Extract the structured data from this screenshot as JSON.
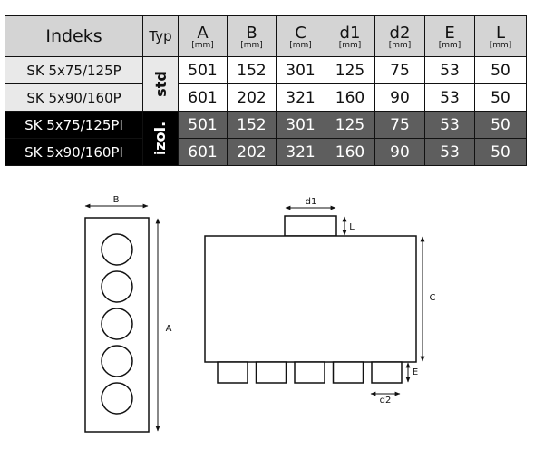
{
  "table": {
    "headers": [
      {
        "label": "Indeks",
        "unit": ""
      },
      {
        "label": "Typ",
        "unit": ""
      },
      {
        "label": "A",
        "unit": "[mm]"
      },
      {
        "label": "B",
        "unit": "[mm]"
      },
      {
        "label": "C",
        "unit": "[mm]"
      },
      {
        "label": "d1",
        "unit": "[mm]"
      },
      {
        "label": "d2",
        "unit": "[mm]"
      },
      {
        "label": "E",
        "unit": "[mm]"
      },
      {
        "label": "L",
        "unit": "[mm]"
      }
    ],
    "groups": [
      {
        "type": "std",
        "rows": [
          {
            "index": "SK 5x75/125P",
            "values": [
              "501",
              "152",
              "301",
              "125",
              "75",
              "53",
              "50"
            ]
          },
          {
            "index": "SK 5x90/160P",
            "values": [
              "601",
              "202",
              "321",
              "160",
              "90",
              "53",
              "50"
            ]
          }
        ]
      },
      {
        "type": "izol.",
        "rows": [
          {
            "index": "SK 5x75/125PI",
            "values": [
              "501",
              "152",
              "301",
              "125",
              "75",
              "53",
              "50"
            ]
          },
          {
            "index": "SK 5x90/160PI",
            "values": [
              "601",
              "202",
              "321",
              "160",
              "90",
              "53",
              "50"
            ]
          }
        ]
      }
    ]
  },
  "drawing": {
    "side_view": {
      "width_label": "B",
      "height_label": "A",
      "outlet_count": 5
    },
    "front_view": {
      "inlet_label": "d1",
      "inlet_height_label": "L",
      "height_label": "C",
      "outlet_height_label": "E",
      "outlet_label": "d2",
      "outlet_count": 5
    }
  }
}
